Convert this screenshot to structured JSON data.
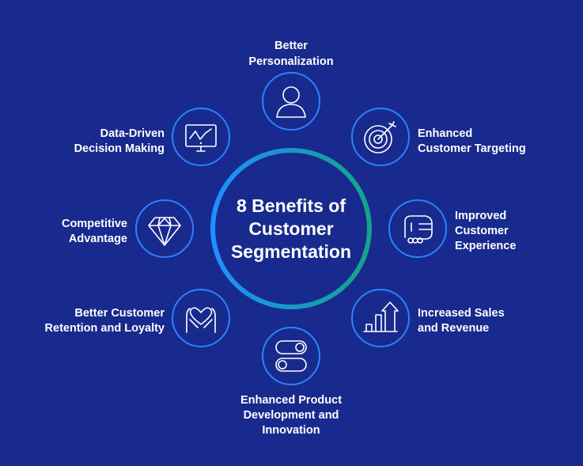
{
  "title": [
    "8 Benefits of",
    "Customer",
    "Segmentation"
  ],
  "colors": {
    "background": "#182a8e",
    "ring_start": "#1e8fff",
    "ring_end": "#14a38a",
    "icon_ring": "#2a82ff"
  },
  "benefits": [
    {
      "icon": "person-icon",
      "lines": [
        "Better",
        "Personalization"
      ]
    },
    {
      "icon": "target-icon",
      "lines": [
        "Enhanced",
        "Customer Targeting"
      ]
    },
    {
      "icon": "handshake-icon",
      "lines": [
        "Improved",
        "Customer",
        "Experience"
      ]
    },
    {
      "icon": "growth-chart-icon",
      "lines": [
        "Increased Sales",
        "and Revenue"
      ]
    },
    {
      "icon": "toggle-icon",
      "lines": [
        "Enhanced Product",
        "Development and",
        "Innovation"
      ]
    },
    {
      "icon": "hands-heart-icon",
      "lines": [
        "Better Customer",
        "Retention and Loyalty"
      ]
    },
    {
      "icon": "diamond-icon",
      "lines": [
        "Competitive",
        "Advantage"
      ]
    },
    {
      "icon": "monitor-chart-icon",
      "lines": [
        "Data-Driven",
        "Decision Making"
      ]
    }
  ]
}
